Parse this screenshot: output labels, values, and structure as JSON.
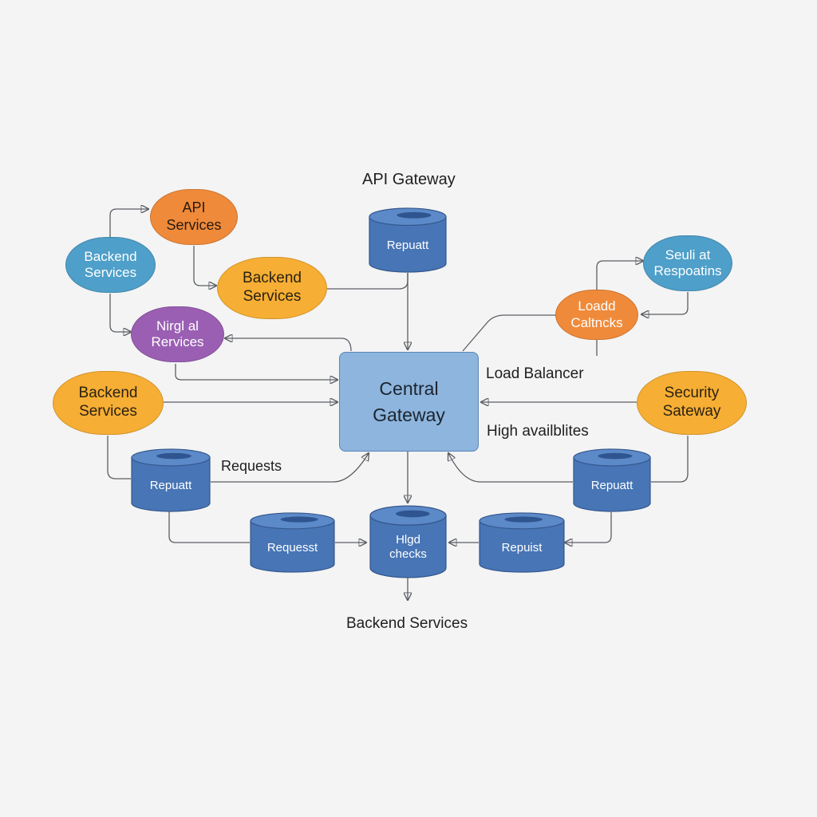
{
  "labels": {
    "api_gateway": "API Gateway",
    "load_balancer": "Load Balancer",
    "high_availability": "High availblites",
    "requests": "Requests",
    "backend_services_bottom": "Backend Services"
  },
  "nodes": {
    "api_services": {
      "line1": "API",
      "line2": "Services"
    },
    "backend_left_teal": {
      "line1": "Backend",
      "line2": "Services"
    },
    "backend_mid_yellow": {
      "line1": "Backend",
      "line2": "Services"
    },
    "purple_services": {
      "line1": "Nirgl al",
      "line2": "Rervices"
    },
    "backend_left_yellow": {
      "line1": "Backend",
      "line2": "Services"
    },
    "central_gateway": {
      "line1": "Central",
      "line2": "Gateway"
    },
    "top_cylinder": {
      "label": "Repuatt"
    },
    "result_response": {
      "line1": "Seuli at",
      "line2": "Respoatins"
    },
    "load_callbacks": {
      "line1": "Loadd",
      "line2": "Caltncks"
    },
    "security_gateway": {
      "line1": "Security",
      "line2": "Sateway"
    },
    "left_cylinder": {
      "label": "Repuatt"
    },
    "request_cylinder": {
      "label": "Requesst"
    },
    "health_checks": {
      "line1": "Hlgd",
      "line2": "checks"
    },
    "right_low_cylinder": {
      "label": "Repuist"
    },
    "right_cylinder": {
      "label": "Repuatt"
    }
  },
  "colors": {
    "background": "#f4f4f4",
    "orange": "#ef8a3a",
    "yellow": "#f6ae34",
    "teal": "#4e9fc9",
    "purple": "#9a5fb3",
    "gateway_blue": "#8db5dd",
    "cylinder_blue": "#4775b6",
    "connector": "#5a5e63"
  }
}
